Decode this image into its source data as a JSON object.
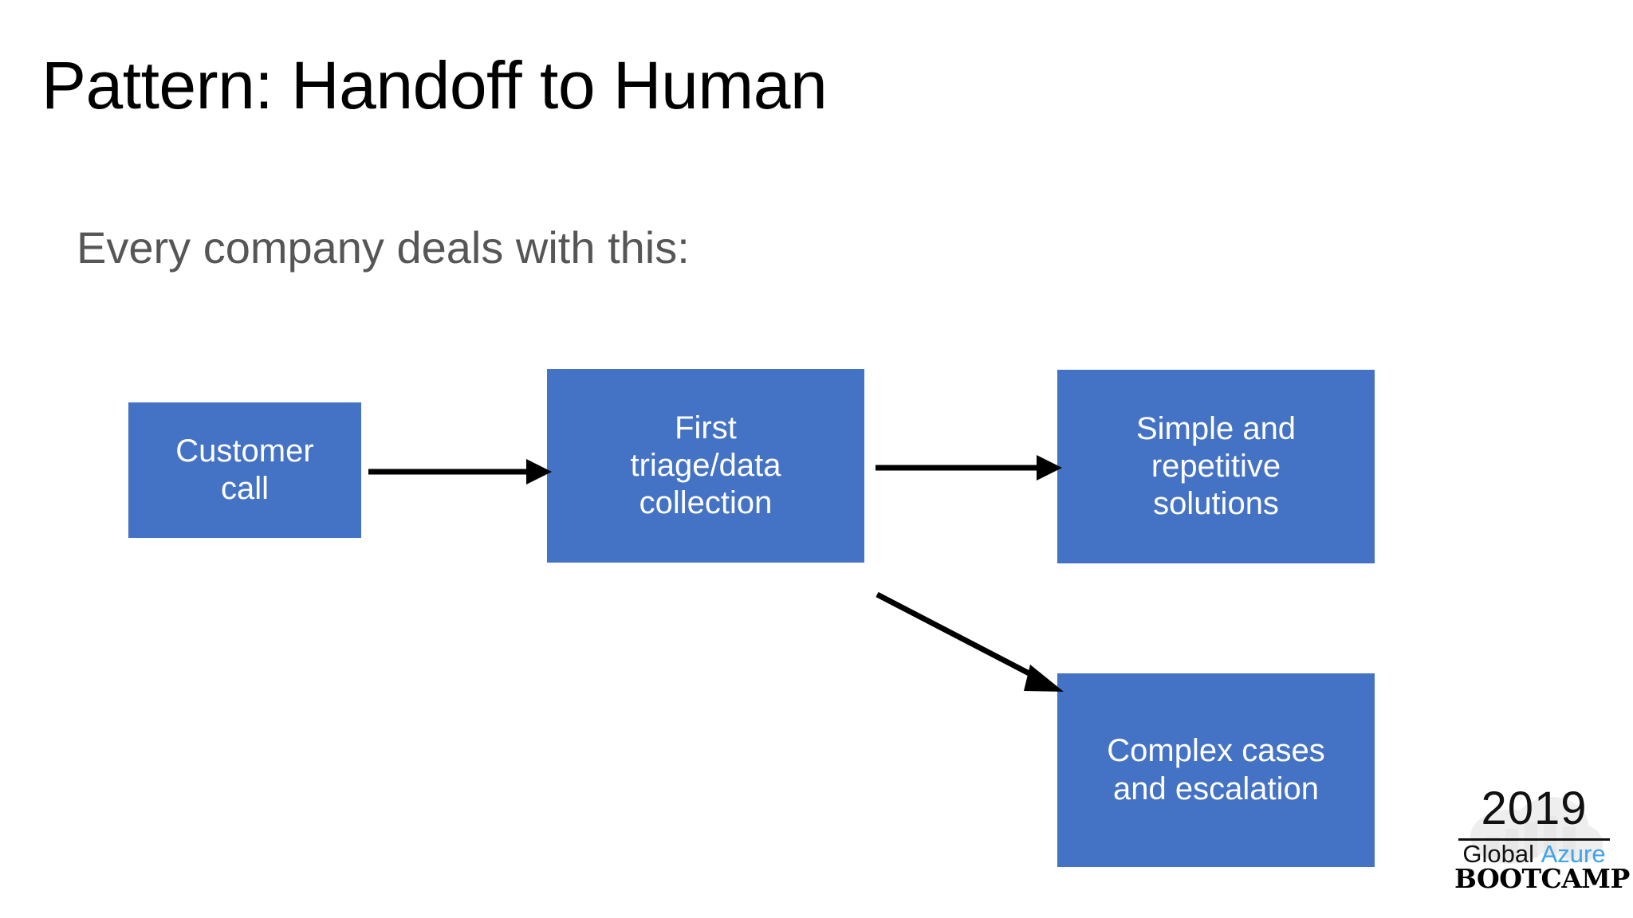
{
  "slide": {
    "title": "Pattern: Handoff to Human",
    "subtitle": "Every company deals with this:",
    "background_color": "#FFFFFF",
    "title_color": "#000000",
    "subtitle_color": "#565656"
  },
  "diagram": {
    "box_fill_color": "#4472C4",
    "box_text_color": "#FFFFFF",
    "arrow_color": "#000000",
    "boxes": [
      {
        "id": "customer-call",
        "label": "Customer\ncall"
      },
      {
        "id": "first-triage",
        "label": "First\ntriage/data\ncollection"
      },
      {
        "id": "simple-solutions",
        "label": "Simple and\nrepetitive\nsolutions"
      },
      {
        "id": "complex-cases",
        "label": "Complex cases\nand escalation"
      }
    ],
    "arrows": [
      {
        "id": "call-to-triage",
        "from": "customer-call",
        "to": "first-triage",
        "direction": "right"
      },
      {
        "id": "triage-to-simple",
        "from": "first-triage",
        "to": "simple-solutions",
        "direction": "right"
      },
      {
        "id": "triage-to-complex",
        "from": "first-triage",
        "to": "complex-cases",
        "direction": "down-right"
      }
    ]
  },
  "logo": {
    "year": "2019",
    "global_word": "Global",
    "azure_word": "Azure",
    "bootcamp_word": "BOOTCAMP",
    "azure_color": "#3FA3E8",
    "text_color": "#111111"
  }
}
